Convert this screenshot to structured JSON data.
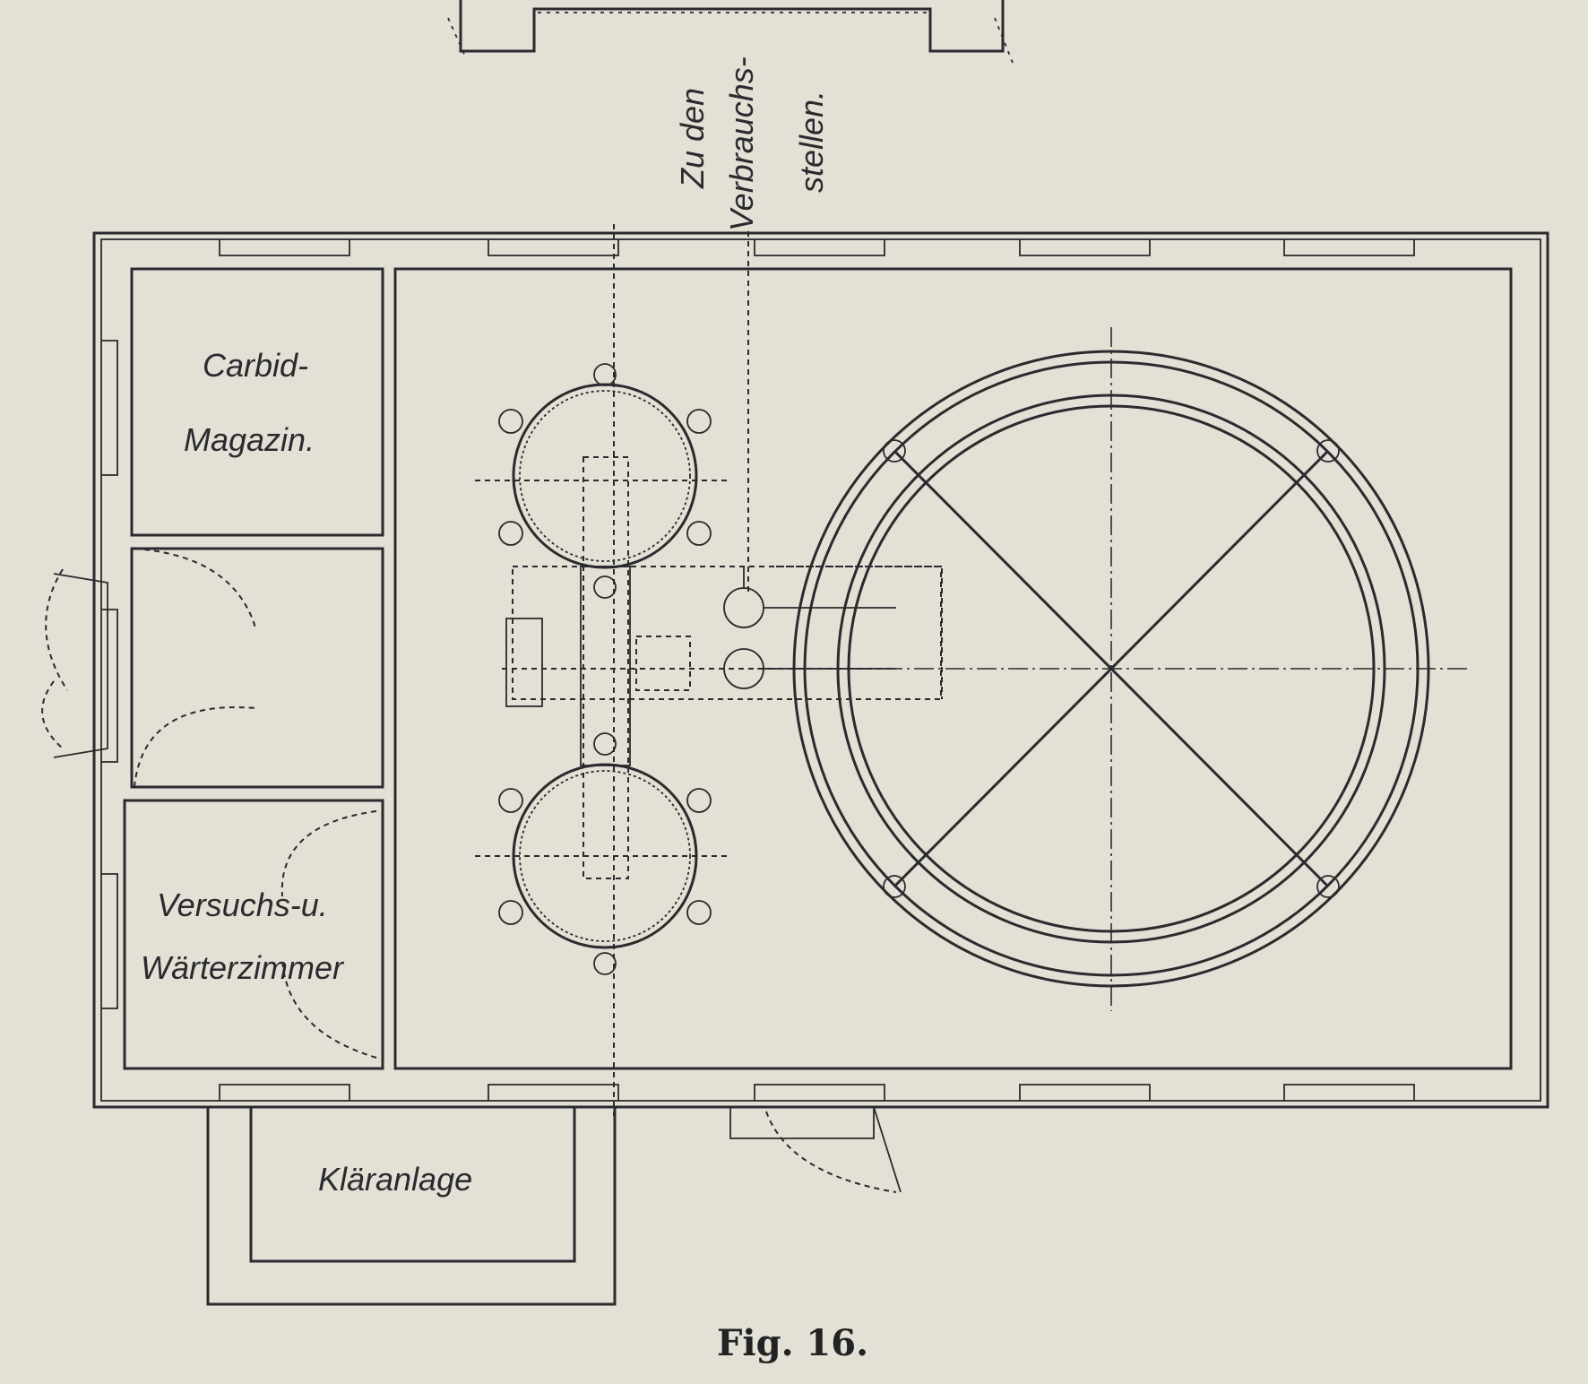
{
  "figure": {
    "caption": "Fig. 16.",
    "pipe_label": [
      "Zu den",
      "Verbrauchs-",
      "stellen."
    ],
    "rooms": {
      "carbid": [
        "Carbid-",
        "Magazin."
      ],
      "versuchs": [
        "Versuchs-u.",
        "Wärterzimmer"
      ],
      "klaeranlage": "Kläranlage"
    }
  },
  "colors": {
    "paper": "#e3e0d5",
    "ink": "#2b2a2e"
  }
}
